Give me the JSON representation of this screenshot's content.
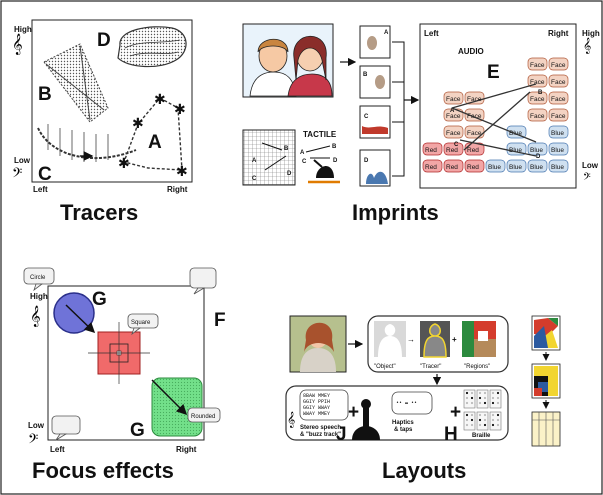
{
  "panels": {
    "tracers": {
      "title": "Tracers",
      "labels": {
        "high": "High",
        "low": "Low",
        "left": "Left",
        "right": "Right",
        "a": "A",
        "b": "B",
        "c": "C",
        "d": "D"
      }
    },
    "imprints": {
      "title": "Imprints",
      "tactile": "TACTILE",
      "audio": "AUDIO",
      "left": "Left",
      "right": "Right",
      "high": "High",
      "low": "Low",
      "e": "E",
      "thumb_labels": [
        "A",
        "B",
        "C",
        "D"
      ],
      "tactile_labels": {
        "a": "A",
        "b": "B",
        "c": "C",
        "d": "D"
      },
      "grid_labels": {
        "a": "A",
        "b": "B",
        "c": "C",
        "d": "D"
      },
      "grid_words": {
        "face": "Face",
        "blue": "Blue",
        "red": "Red"
      }
    },
    "focus": {
      "title": "Focus effects",
      "f": "F",
      "g": "G",
      "circle": "Circle",
      "square": "Square",
      "rounded": "Rounded",
      "high": "High",
      "low": "Low",
      "left": "Left",
      "right": "Right"
    },
    "layouts": {
      "title": "Layouts",
      "object": "\"Object\"",
      "tracer": "\"Tracer\"",
      "regions": "\"Regions\"",
      "stereo1": "Stereo speech",
      "stereo2": "& \"buzz track\"",
      "haptics1": "Haptics",
      "haptics2": "& taps",
      "braille": "Braille",
      "j": "J",
      "h": "H",
      "code_lines": [
        "8BAW MMEY",
        "GGIY PPIH",
        "GGIY WWAY",
        "WWAY MMEY"
      ]
    }
  },
  "colors": {
    "face_fill": "#f3d3c3",
    "blue_fill": "#cfe0f0",
    "red_fill": "#f2a6a6",
    "circle_fill": "#6f73d8",
    "square_fill": "#f06a6a",
    "rounded_fill": "#73e08a"
  }
}
